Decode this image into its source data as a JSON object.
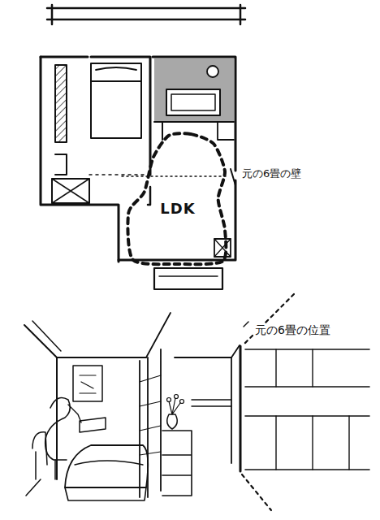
{
  "diagram": {
    "nodes": [
      {
        "text": [
          "LDK"
        ]
      }
    ],
    "labels": [
      "元の6畳の壁",
      "元の6畳の位置"
    ]
  }
}
